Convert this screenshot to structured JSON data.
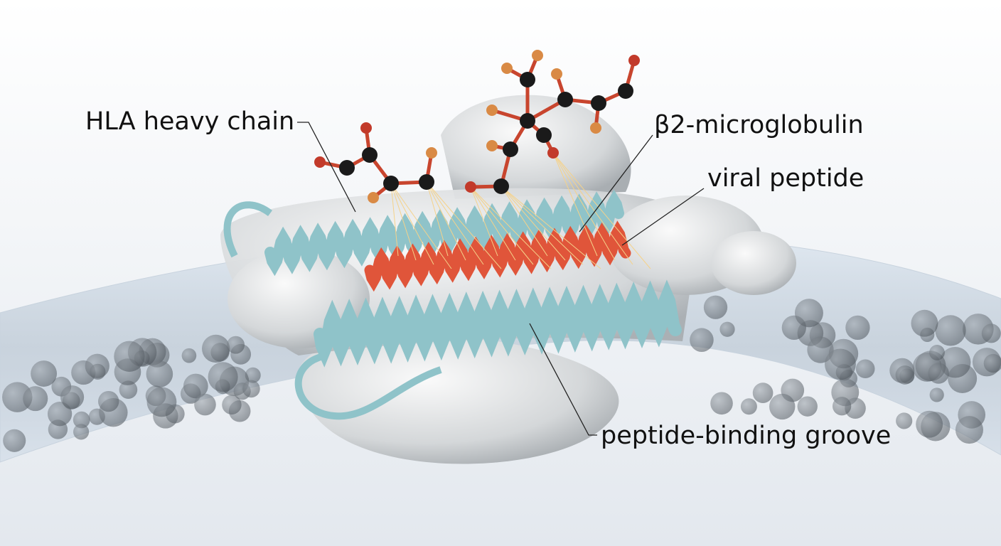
{
  "labels": {
    "heavy_chain": "HLA heavy chain",
    "b2m": "β2-microglobulin",
    "peptide": "viral peptide",
    "groove": "peptide-binding groove"
  },
  "colors": {
    "helix": "#8fc3c9",
    "peptide": "#e0553a",
    "peptide_glow": "#f0a040",
    "surface": "#d9dcde",
    "atom_dark": "#1a1a1a",
    "atom_red": "#c23a2a",
    "atom_orange": "#d98a45"
  }
}
